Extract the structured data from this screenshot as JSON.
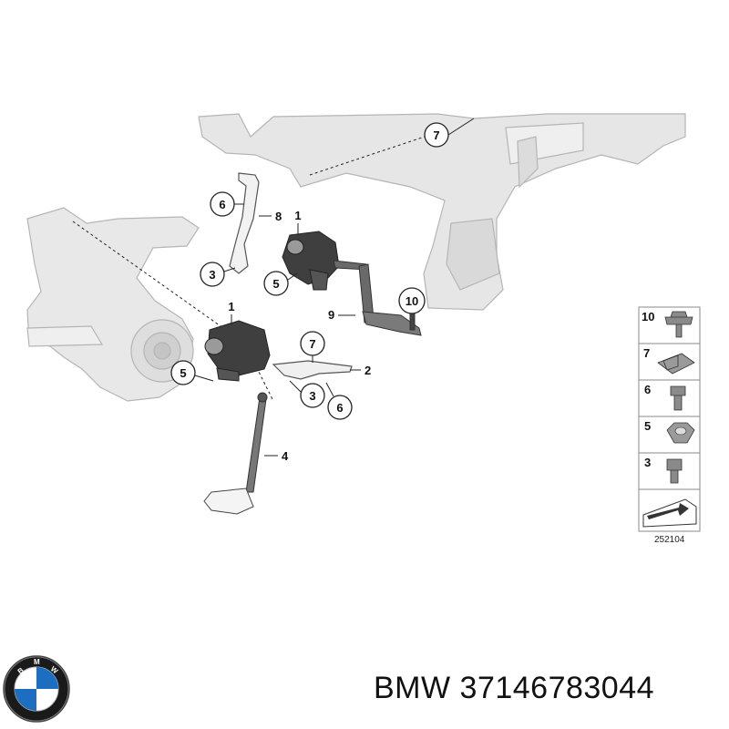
{
  "diagram": {
    "callouts": {
      "c7_top": "7",
      "c6_top": "6",
      "c8": "8",
      "c1_top": "1",
      "c3_top": "3",
      "c5_top": "5",
      "c9": "9",
      "c10": "10",
      "c1_mid": "1",
      "c7_mid": "7",
      "c2": "2",
      "c5_mid": "5",
      "c3_mid": "3",
      "c6_mid": "6",
      "c4": "4"
    },
    "legend": {
      "rows": [
        {
          "num": "10",
          "part": "screw-washer"
        },
        {
          "num": "7",
          "part": "clip-nut"
        },
        {
          "num": "6",
          "part": "bolt"
        },
        {
          "num": "5",
          "part": "hex-nut"
        },
        {
          "num": "3",
          "part": "socket-screw"
        }
      ],
      "diagram_number": "252104"
    }
  },
  "caption": {
    "brand": "BMW",
    "part_number": "37146783044",
    "text": "BMW 37146783044"
  },
  "colors": {
    "background": "#ffffff",
    "part_outline": "#9a9a9a",
    "part_fill": "#e3e3e3",
    "dark_part": "#3f3f3f",
    "callout_stroke": "#222222"
  }
}
